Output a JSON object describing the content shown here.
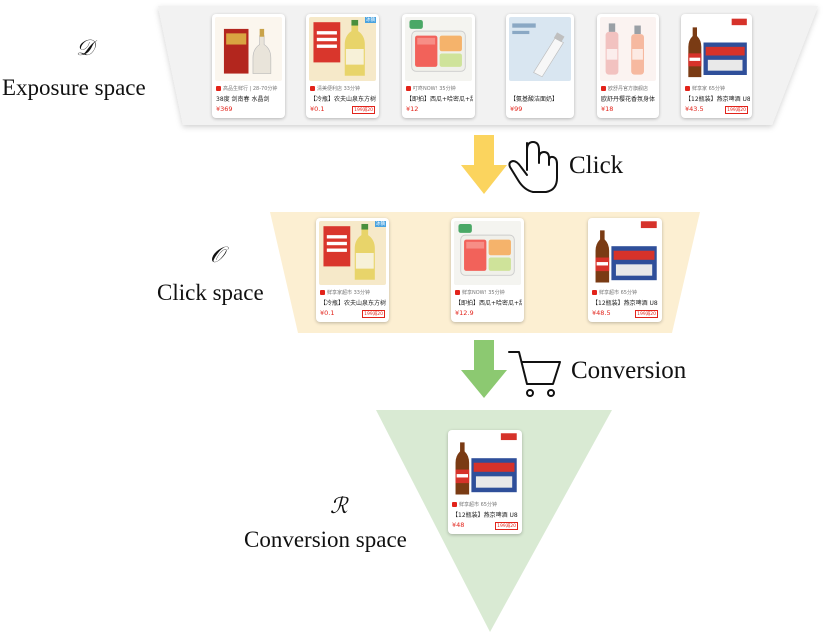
{
  "spaces": {
    "exposure": {
      "symbol": "𝒟",
      "label": "Exposure space"
    },
    "click": {
      "symbol": "𝒪",
      "label": "Click space"
    },
    "conversion": {
      "symbol": "ℛ",
      "label": "Conversion space"
    }
  },
  "actions": {
    "click": "Click",
    "conversion": "Conversion"
  },
  "colors": {
    "exposure_band": "#f2f2f2",
    "click_band": "#fcefd2",
    "conversion_triangle": "#d9ead3",
    "arrow_click": "#fbd45e",
    "arrow_conversion": "#8cc971",
    "price_red": "#e2231a"
  },
  "icons": {
    "click": "hand-pointer-icon",
    "conversion": "shopping-cart-icon"
  },
  "cards": {
    "exposure": [
      {
        "store": "高品生鲜行 | 28-70分钟",
        "title": "38度 剑南春 水晶剑",
        "price": "¥369",
        "promo": "",
        "badge": "",
        "art": "baijiu"
      },
      {
        "store": "清美便利店 33分钟",
        "title": "【冷瓶】农夫山泉东方树",
        "price": "¥0.1",
        "promo": "199减20",
        "badge": "冰镇",
        "art": "tea"
      },
      {
        "store": "叮咚NOW! 35分钟",
        "title": "【即拍】西瓜+哈密瓜+甜",
        "price": "¥12",
        "promo": "",
        "badge": "",
        "art": "fruit"
      },
      {
        "store": "",
        "title": "【氨基酸洁面奶】",
        "price": "¥99",
        "promo": "",
        "badge": "",
        "art": "cleanser"
      },
      {
        "store": "欧舒丹官方旗舰店",
        "title": "欧舒丹樱花香氛身体",
        "price": "¥18",
        "promo": "",
        "badge": "",
        "art": "lotion"
      },
      {
        "store": "鲜享家 65分钟",
        "title": "【12瓶装】燕京啤酒 U8",
        "price": "¥43.5",
        "promo": "199减20",
        "badge": "",
        "art": "beer"
      }
    ],
    "click": [
      {
        "store": "鲜享家超市 33分钟",
        "title": "【冷瓶】农夫山泉东方树",
        "price": "¥0.1",
        "promo": "199减20",
        "badge": "冰镇",
        "art": "tea"
      },
      {
        "store": "鲜享NOW! 35分钟",
        "title": "【即拍】西瓜+哈密瓜+甜",
        "price": "¥12.9",
        "promo": "",
        "badge": "",
        "art": "fruit"
      },
      {
        "store": "鲜享超市 65分钟",
        "title": "【12瓶装】燕京啤酒 U8",
        "price": "¥48.5",
        "promo": "199减20",
        "badge": "",
        "art": "beer"
      }
    ],
    "conversion": [
      {
        "store": "鲜享超市 65分钟",
        "title": "【12瓶装】燕京啤酒 U8",
        "price": "¥48",
        "promo": "199减20",
        "badge": "",
        "art": "beer"
      }
    ]
  }
}
